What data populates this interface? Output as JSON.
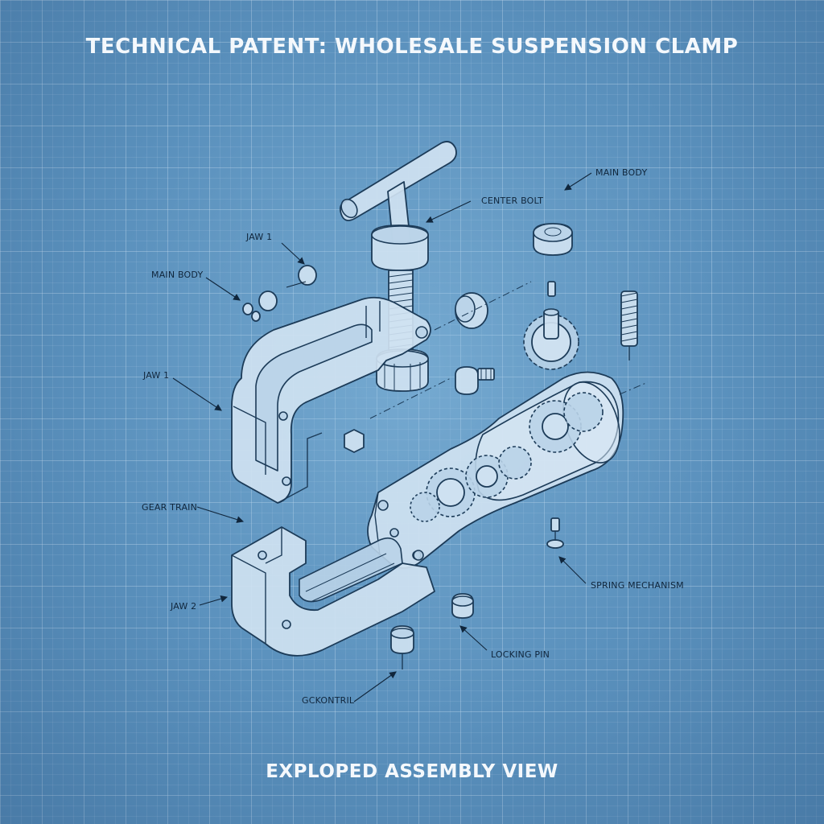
{
  "title": "TECHNICAL PATENT: WHOLESALE SUSPENSION CLAMP",
  "footer": "EXPLOPED ASSEMBLY VIEW",
  "labels": {
    "main_body_top": "MAIN BODY",
    "center_bolt": "CENTER BOLT",
    "jaw_1_top": "JAW 1",
    "main_body_left": "MAIN BODY",
    "jaw_1_left": "JAW 1",
    "gear_train": "GEAR TRAIN",
    "jaw_2": "JAW 2",
    "spring_mechanism": "SPRING MECHANISM",
    "locking_pin": "LOCKING PIN",
    "bottom": "GCKONTRIL"
  },
  "colors": {
    "background": "#5a91bd",
    "line": "#1c3b58",
    "part_fill": "#cfe2f1",
    "title_text": "#f4f8fc"
  }
}
